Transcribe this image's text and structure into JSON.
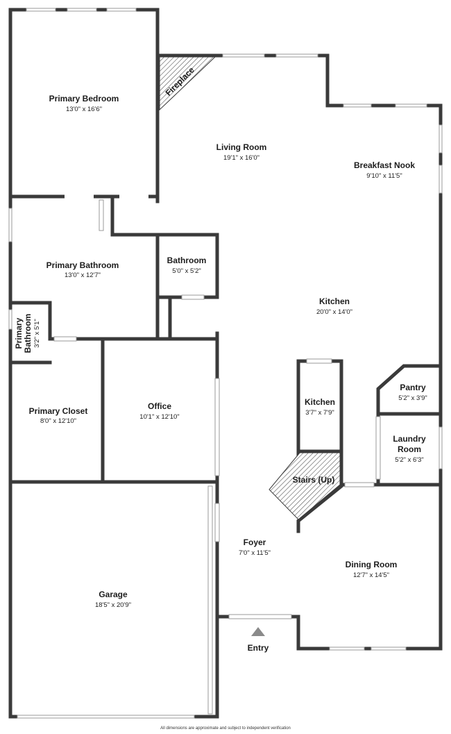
{
  "rooms": {
    "primary_bedroom": {
      "name": "Primary Bedroom",
      "dim": "13'0\" x 16'6\""
    },
    "fireplace": {
      "name": "Fireplace"
    },
    "living_room": {
      "name": "Living Room",
      "dim": "19'1\" x 16'0\""
    },
    "breakfast_nook": {
      "name": "Breakfast Nook",
      "dim": "9'10\" x 11'5\""
    },
    "primary_bathroom": {
      "name": "Primary Bathroom",
      "dim": "13'0\" x 12'7\""
    },
    "bathroom": {
      "name": "Bathroom",
      "dim": "5'0\" x 5'2\""
    },
    "kitchen": {
      "name": "Kitchen",
      "dim": "20'0\" x 14'0\""
    },
    "primary_bathroom_small": {
      "name_line1": "Primary",
      "name_line2": "Bathroom",
      "dim": "3'2\" x 5'1\""
    },
    "pantry": {
      "name": "Pantry",
      "dim": "5'2\" x 3'9\""
    },
    "primary_closet": {
      "name": "Primary Closet",
      "dim": "8'0\" x 12'10\""
    },
    "office": {
      "name": "Office",
      "dim": "10'1\" x 12'10\""
    },
    "kitchen_small": {
      "name": "Kitchen",
      "dim": "3'7\" x 7'9\""
    },
    "laundry_room": {
      "name_line1": "Laundry",
      "name_line2": "Room",
      "dim": "5'2\" x 6'3\""
    },
    "stairs": {
      "name": "Stairs (Up)"
    },
    "foyer": {
      "name": "Foyer",
      "dim": "7'0\" x 11'5\""
    },
    "dining_room": {
      "name": "Dining Room",
      "dim": "12'7\" x 14'5\""
    },
    "garage": {
      "name": "Garage",
      "dim": "18'5\" x 20'9\""
    }
  },
  "entry": {
    "label": "Entry",
    "icon": "entry-arrow-icon"
  },
  "footer": {
    "note": "All dimensions are approximate and subject to independent verification"
  },
  "colors": {
    "wall": "#3a3a3a",
    "window": "#9a9a9a",
    "background": "#ffffff"
  }
}
